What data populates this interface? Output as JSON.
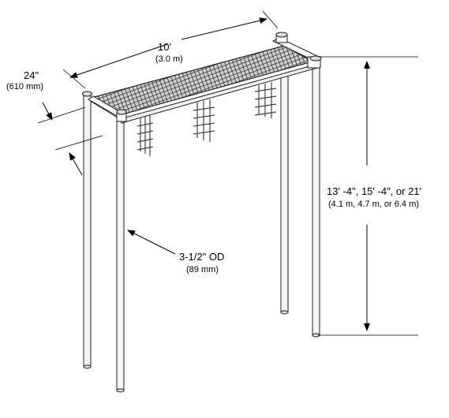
{
  "dimensions": {
    "length": {
      "imperial": "10'",
      "metric": "(3.0 m)"
    },
    "width": {
      "imperial": "24\"",
      "metric": "(610 mm)"
    },
    "height": {
      "imperial": "13' -4\", 15' -4\", or 21'",
      "metric": "(4.1 m, 4.7 m, or 6.4 m)"
    },
    "post_diameter": {
      "imperial": "3-1/2\" OD",
      "metric": "(89 mm)"
    }
  }
}
